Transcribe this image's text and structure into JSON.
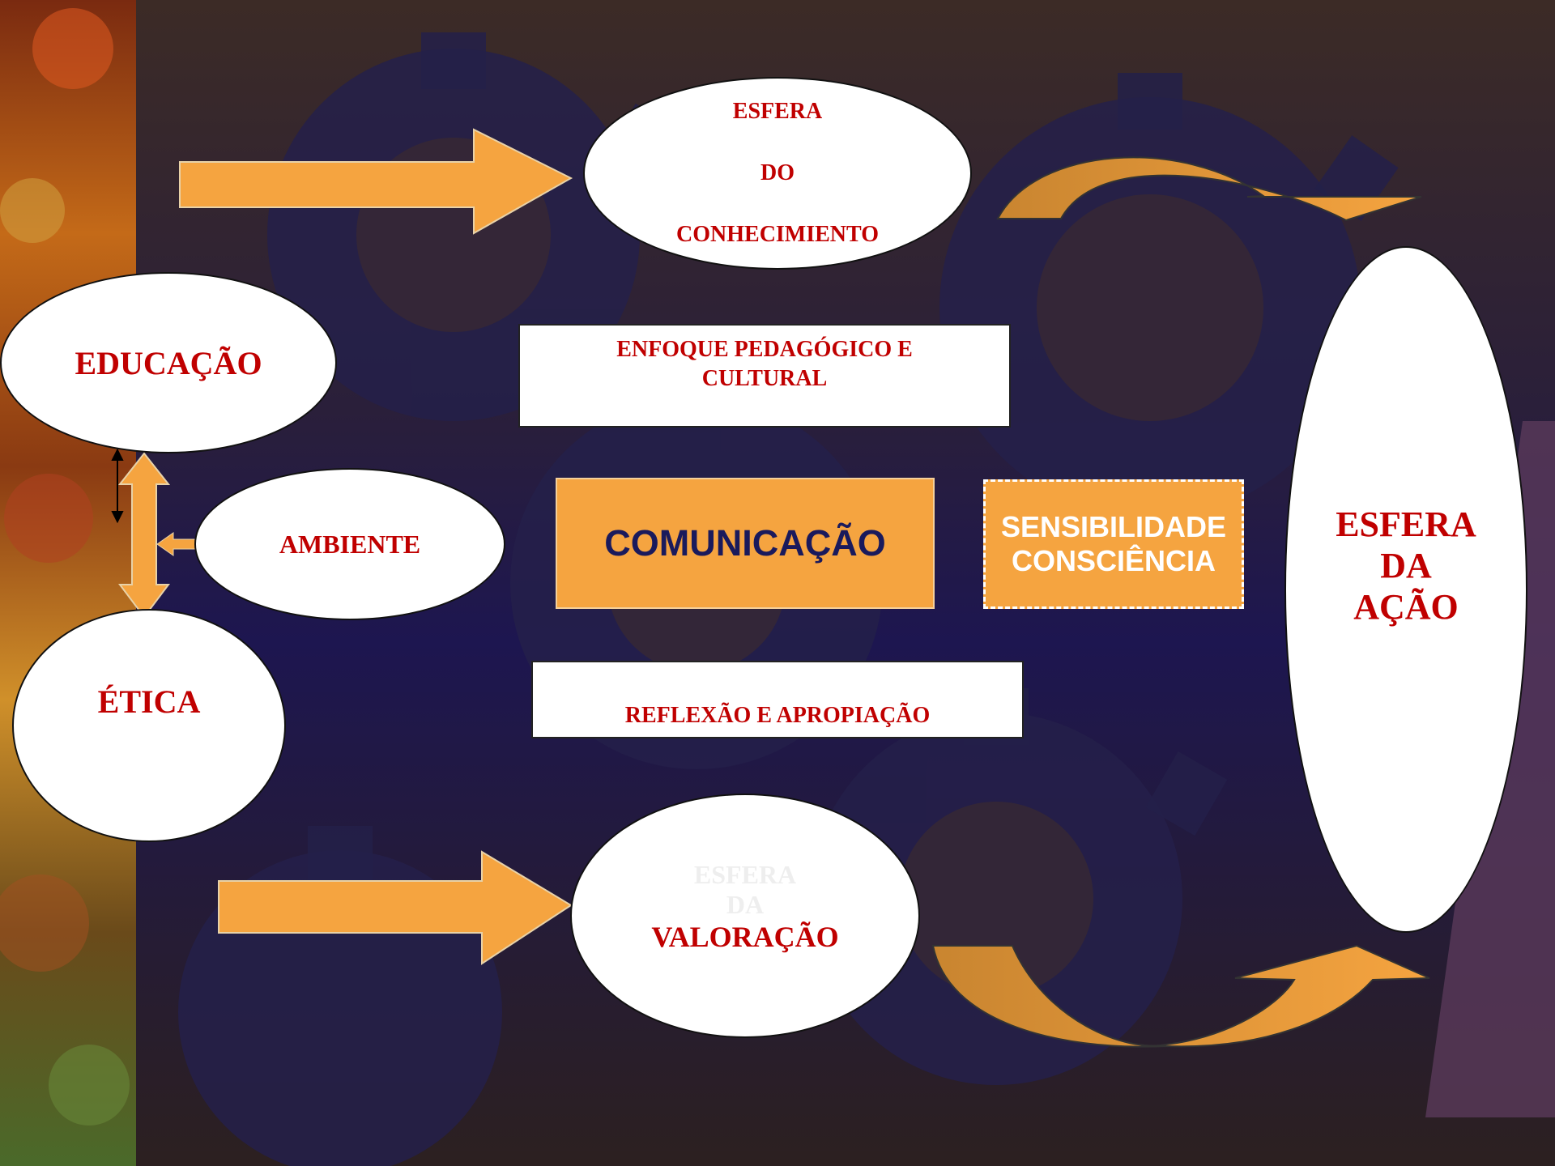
{
  "nodes": {
    "esfera_conhecimento": {
      "line1": "ESFERA",
      "line2": "DO",
      "line3": "CONHECIMIENTO"
    },
    "educacao": {
      "label": "EDUCAÇÃO"
    },
    "ambiente": {
      "label": "AMBIENTE"
    },
    "etica": {
      "label": "ÉTICA"
    },
    "enfoque": {
      "label": "ENFOQUE  PEDAGÓGICO E CULTURAL"
    },
    "comunicacao": {
      "label": "COMUNICAÇÃO"
    },
    "sensibilidade": {
      "line1": "SENSIBILIDADE",
      "line2": "CONSCIÊNCIA"
    },
    "reflexao": {
      "label": "REFLEXÃO E  APROPIAÇÃO"
    },
    "esfera_valoracao": {
      "line1": "ESFERA",
      "line2": "DA",
      "line3": "VALORAÇÃO"
    },
    "esfera_acao": {
      "line1": "ESFERA",
      "line2": "DA",
      "line3": "AÇÃO"
    }
  },
  "colors": {
    "accent_orange": "#f5a440",
    "dark_orange": "#c98530",
    "label_red": "#c00000",
    "comunicacao_text": "#1a1a5c",
    "background_top": "#3b2a28",
    "background_mid": "#1c1650"
  }
}
